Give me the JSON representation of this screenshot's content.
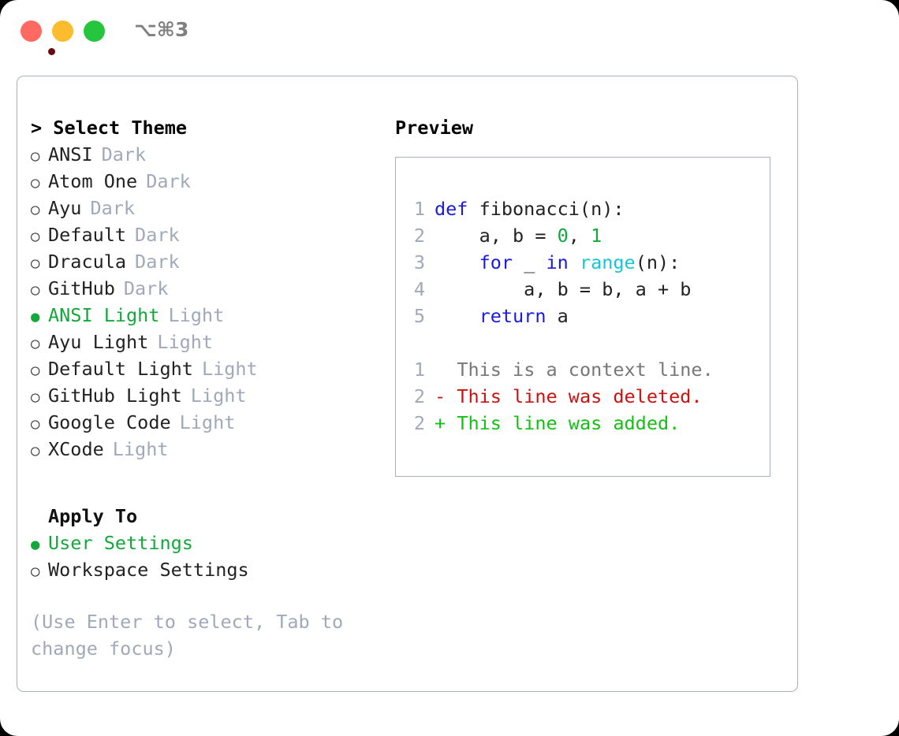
{
  "window": {
    "shortcut": "⌥⌘3",
    "traffic_lights": [
      "close",
      "minimize",
      "maximize"
    ],
    "colors": {
      "close": "#fe6a61",
      "minimize": "#fdbc2d",
      "maximize": "#25c63e",
      "recording_dot": "#6a0b0b",
      "border": "#a7b0c0",
      "accent_green": "#13a93a",
      "muted": "#9fa9b9"
    }
  },
  "theme_picker": {
    "title": "> Select Theme",
    "options": [
      {
        "bullet": "○",
        "name": "ANSI",
        "tag": "Dark",
        "selected": false
      },
      {
        "bullet": "○",
        "name": "Atom One",
        "tag": "Dark",
        "selected": false
      },
      {
        "bullet": "○",
        "name": "Ayu",
        "tag": "Dark",
        "selected": false
      },
      {
        "bullet": "○",
        "name": "Default",
        "tag": "Dark",
        "selected": false
      },
      {
        "bullet": "○",
        "name": "Dracula",
        "tag": "Dark",
        "selected": false
      },
      {
        "bullet": "○",
        "name": "GitHub",
        "tag": "Dark",
        "selected": false
      },
      {
        "bullet": "●",
        "name": "ANSI Light",
        "tag": "Light",
        "selected": true
      },
      {
        "bullet": "○",
        "name": "Ayu Light",
        "tag": "Light",
        "selected": false
      },
      {
        "bullet": "○",
        "name": "Default Light",
        "tag": "Light",
        "selected": false
      },
      {
        "bullet": "○",
        "name": "GitHub Light",
        "tag": "Light",
        "selected": false
      },
      {
        "bullet": "○",
        "name": "Google Code",
        "tag": "Light",
        "selected": false
      },
      {
        "bullet": "○",
        "name": "XCode",
        "tag": "Light",
        "selected": false
      }
    ]
  },
  "apply_to": {
    "title": "Apply To",
    "options": [
      {
        "bullet": "●",
        "label": "User Settings",
        "selected": true
      },
      {
        "bullet": "○",
        "label": "Workspace Settings",
        "selected": false
      }
    ]
  },
  "hint": "(Use Enter to select, Tab to change focus)",
  "preview": {
    "title": "Preview",
    "code_lines": [
      {
        "number": "1",
        "tokens": [
          {
            "text": "def ",
            "cls": "kw"
          },
          {
            "text": "fibonacci(n):",
            "cls": "fn"
          }
        ]
      },
      {
        "number": "2",
        "tokens": [
          {
            "text": "    a, b = ",
            "cls": "plain"
          },
          {
            "text": "0",
            "cls": "num"
          },
          {
            "text": ", ",
            "cls": "plain"
          },
          {
            "text": "1",
            "cls": "num"
          }
        ]
      },
      {
        "number": "3",
        "tokens": [
          {
            "text": "    ",
            "cls": "plain"
          },
          {
            "text": "for",
            "cls": "kw"
          },
          {
            "text": " _ ",
            "cls": "plain"
          },
          {
            "text": "in",
            "cls": "kw"
          },
          {
            "text": " ",
            "cls": "plain"
          },
          {
            "text": "range",
            "cls": "builtin"
          },
          {
            "text": "(n):",
            "cls": "plain"
          }
        ]
      },
      {
        "number": "4",
        "tokens": [
          {
            "text": "        a, b = b, a + b",
            "cls": "plain"
          }
        ]
      },
      {
        "number": "5",
        "tokens": [
          {
            "text": "    ",
            "cls": "plain"
          },
          {
            "text": "return",
            "cls": "kw"
          },
          {
            "text": " a",
            "cls": "plain"
          }
        ]
      }
    ],
    "diff_lines": [
      {
        "number": "1",
        "marker": " ",
        "text": "This is a context line.",
        "kind": "diff-ctx"
      },
      {
        "number": "2",
        "marker": "-",
        "text": "This line was deleted.",
        "kind": "diff-del"
      },
      {
        "number": "2",
        "marker": "+",
        "text": "This line was added.",
        "kind": "diff-add"
      }
    ]
  }
}
